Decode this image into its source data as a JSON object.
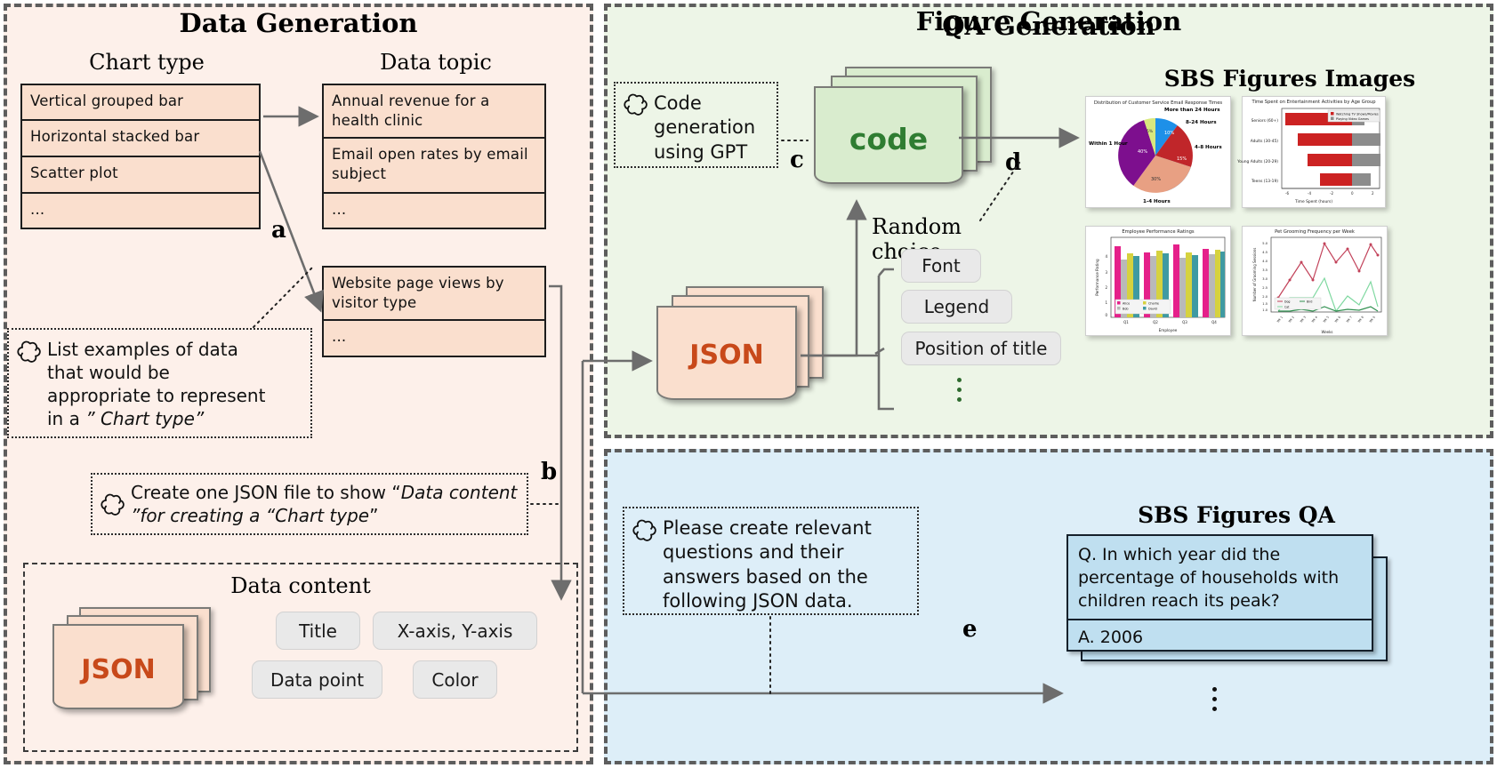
{
  "panels": {
    "data": {
      "title": "Data Generation",
      "bg": "#fdf0ea"
    },
    "figure": {
      "title": "Figure Generation",
      "bg": "#edf5e7"
    },
    "qa": {
      "title": "QA Generation",
      "bg": "#ddeef8"
    }
  },
  "data_generation": {
    "chart_type_heading": "Chart type",
    "chart_types": [
      "Vertical grouped bar",
      "Horizontal stacked bar",
      "Scatter plot",
      "..."
    ],
    "data_topic_heading": "Data topic",
    "data_topics": [
      "Annual revenue for a health clinic",
      "Email open rates by email subject",
      "..."
    ],
    "data_topics2": [
      "Website page views by visitor type",
      "..."
    ],
    "prompt_a": {
      "line1": "List examples of data",
      "line2": "that would be",
      "line3": "appropriate to represent",
      "line4_pre": "in a",
      "line4_em": "” Chart type”"
    },
    "prompt_b": {
      "pre": "Create one JSON file to show “",
      "em1": "Data content",
      "mid": "”for creating a “",
      "em2": "Chart type",
      "post": "”"
    },
    "data_content_heading": "Data content",
    "data_content_chips": [
      "Title",
      "X-axis, Y-axis",
      "Data point",
      "Color"
    ],
    "json_label": "JSON",
    "markers": {
      "a": "a",
      "b": "b"
    }
  },
  "figure_generation": {
    "prompt_c": {
      "line1": "Code",
      "line2": "generation",
      "line3": "using GPT"
    },
    "code_label": "code",
    "json_label": "JSON",
    "random_choice_heading": "Random choice",
    "random_choice_chips": [
      "Font",
      "Legend",
      "Position of title"
    ],
    "images_heading": "SBS Figures Images",
    "markers": {
      "c": "c",
      "d": "d"
    }
  },
  "qa_generation": {
    "prompt_e": {
      "line1": "Please create relevant",
      "line2": "questions and their",
      "line3": "answers based on the",
      "line4": "following JSON data."
    },
    "qa_heading": "SBS Figures QA",
    "qa_card": {
      "question_l1": "Q. In which year did the",
      "question_l2": "percentage of households with",
      "question_l3": "children reach its peak?",
      "answer": "A.  2006",
      "behind_answer": "A."
    },
    "markers": {
      "e": "e"
    }
  },
  "chart_data": [
    {
      "type": "pie",
      "title": "Distribution of Customer Service Email Response Times",
      "categories": [
        "Within 1 Hour",
        "1-4 Hours",
        "4-8 Hours",
        "8-24 Hours",
        "More than 24 Hours"
      ],
      "values": [
        40,
        30,
        15,
        10,
        5
      ],
      "colors": [
        "#7d0f8e",
        "#e8a083",
        "#c0262a",
        "#1e90e8",
        "#d9e87e"
      ],
      "legend": "none"
    },
    {
      "type": "bar",
      "orientation": "horizontal",
      "title": "Time Spent on Entertainment Activities by Age Group",
      "categories": [
        "Seniors (60+)",
        "Adults (30-45)",
        "Young Adults (20-29)",
        "Teens (13-19)"
      ],
      "series": [
        {
          "name": "Watching TV Shows/Movies",
          "values": [
            -5.2,
            -4.1,
            -3.3,
            -2.4
          ],
          "color": "#cc2222"
        },
        {
          "name": "Playing Video Games",
          "values": [
            1.0,
            2.6,
            2.4,
            1.7
          ],
          "color": "#8c8c8c"
        }
      ],
      "xlabel": "Time Spent (hours)",
      "xticks": [
        -6,
        -4,
        -2,
        0,
        2
      ],
      "legend": "top-right"
    },
    {
      "type": "bar",
      "orientation": "vertical",
      "title": "Employee Performance Ratings",
      "categories": [
        "Q1",
        "Q2",
        "Q3",
        "Q4"
      ],
      "series": [
        {
          "name": "Alice",
          "values": [
            4.6,
            4.2,
            4.7,
            4.4
          ],
          "color": "#e5208a"
        },
        {
          "name": "Bob",
          "values": [
            3.7,
            3.9,
            3.8,
            4.1
          ],
          "color": "#b9b9b9"
        },
        {
          "name": "Charlie",
          "values": [
            4.0,
            4.3,
            4.1,
            4.3
          ],
          "color": "#d6d23f"
        },
        {
          "name": "David",
          "values": [
            3.85,
            4.1,
            4.0,
            4.2
          ],
          "color": "#3f9aa2"
        }
      ],
      "xlabel": "Employee",
      "ylabel": "Performance Rating",
      "yticks": [
        0,
        1,
        2,
        3,
        4
      ],
      "legend": "bottom-left"
    },
    {
      "type": "line",
      "title": "Pet Grooming Frequency per Week",
      "x": [
        "Wk 1",
        "Wk 2",
        "Wk 3",
        "Wk 4",
        "Wk 5",
        "Wk 6",
        "Wk 7",
        "Wk 8",
        "Wk 9",
        "Wk 10"
      ],
      "series": [
        {
          "name": "Dog",
          "values": [
            2.0,
            3.0,
            4.0,
            3.0,
            5.0,
            4.0,
            4.8,
            3.6,
            4.9,
            4.4
          ],
          "color": "#c2425a"
        },
        {
          "name": "Cat",
          "values": [
            1.0,
            2.0,
            2.0,
            2.0,
            3.1,
            1.0,
            2.1,
            1.6,
            2.9,
            1.3
          ],
          "color": "#7fd8a0"
        },
        {
          "name": "Bird",
          "values": [
            1.0,
            1.0,
            1.2,
            1.0,
            1.4,
            1.0,
            1.2,
            1.1,
            1.4,
            1.0
          ],
          "color": "#2f8f4f"
        }
      ],
      "xlabel": "Weeks",
      "ylabel": "Number of Grooming Sessions",
      "yticks": [
        1.0,
        1.5,
        2.0,
        2.5,
        3.0,
        3.5,
        4.0,
        4.5,
        5.0
      ],
      "legend": "bottom-left"
    }
  ]
}
